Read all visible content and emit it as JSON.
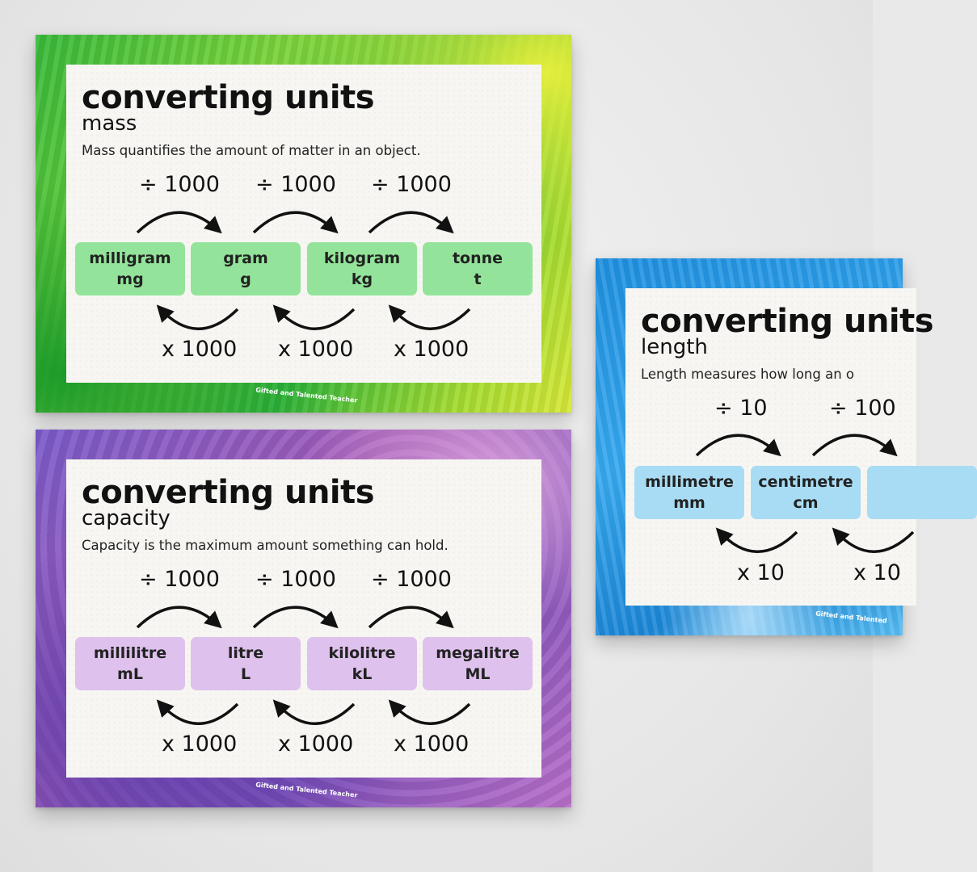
{
  "mass": {
    "title": "converting units",
    "subtitle": "mass",
    "description": "Mass quantifies the amount of matter in an object.",
    "divide_labels": [
      "÷ 1000",
      "÷ 1000",
      "÷ 1000"
    ],
    "multiply_labels": [
      "x 1000",
      "x 1000",
      "x 1000"
    ],
    "units": [
      {
        "name": "milligram",
        "symbol": "mg"
      },
      {
        "name": "gram",
        "symbol": "g"
      },
      {
        "name": "kilogram",
        "symbol": "kg"
      },
      {
        "name": "tonne",
        "symbol": "t"
      }
    ],
    "logo": "Gifted and Talented Teacher",
    "box_color": "#93e49a"
  },
  "capacity": {
    "title": "converting units",
    "subtitle": "capacity",
    "description": "Capacity is the maximum amount something can hold.",
    "divide_labels": [
      "÷ 1000",
      "÷ 1000",
      "÷ 1000"
    ],
    "multiply_labels": [
      "x 1000",
      "x 1000",
      "x 1000"
    ],
    "units": [
      {
        "name": "millilitre",
        "symbol": "mL"
      },
      {
        "name": "litre",
        "symbol": "L"
      },
      {
        "name": "kilolitre",
        "symbol": "kL"
      },
      {
        "name": "megalitre",
        "symbol": "ML"
      }
    ],
    "logo": "Gifted and Talented Teacher",
    "box_color": "#dec1ec"
  },
  "length": {
    "title": "converting units",
    "subtitle": "length",
    "description": "Length measures how long an o",
    "divide_labels": [
      "÷ 10",
      "÷ 100"
    ],
    "multiply_labels": [
      "x 10",
      "x 10"
    ],
    "units": [
      {
        "name": "millimetre",
        "symbol": "mm"
      },
      {
        "name": "centimetre",
        "symbol": "cm"
      }
    ],
    "logo": "Gifted and Talented",
    "box_color": "#a8dcf4"
  }
}
